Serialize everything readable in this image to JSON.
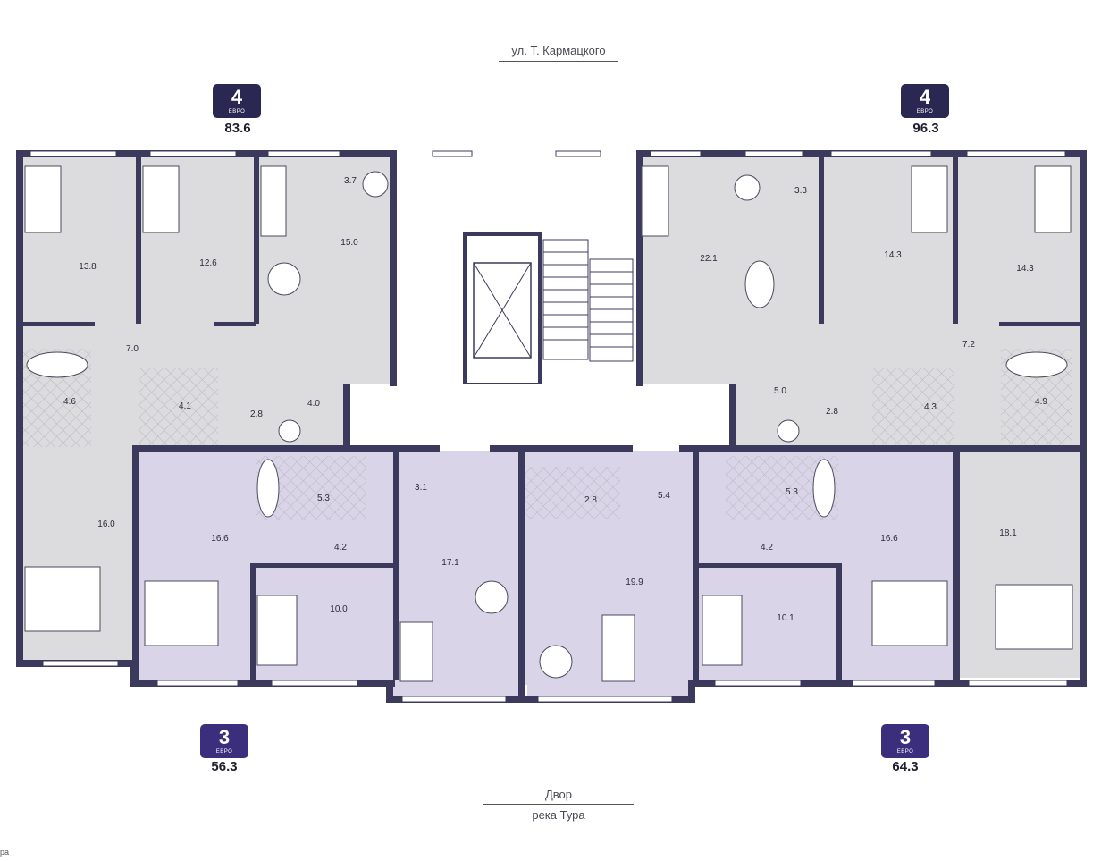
{
  "header": {
    "street_top": "ул. Т. Кармацкого"
  },
  "footer": {
    "courtyard": "Двор",
    "river": "река Тура"
  },
  "apartments": [
    {
      "rooms": "4",
      "kind": "ЕВРО",
      "area": "83.6",
      "color": "#2a2752"
    },
    {
      "rooms": "4",
      "kind": "ЕВРО",
      "area": "96.3",
      "color": "#2a2752"
    },
    {
      "rooms": "3",
      "kind": "ЕВРО",
      "area": "56.3",
      "color": "#3b2f7d"
    },
    {
      "rooms": "3",
      "kind": "ЕВРО",
      "area": "64.3",
      "color": "#3b2f7d"
    }
  ],
  "rooms": {
    "r1": "13.8",
    "r2": "12.6",
    "r3": "15.0",
    "r4": "3.7",
    "r5": "7.0",
    "r6": "4.6",
    "r7": "4.1",
    "r8": "2.8",
    "r9": "4.0",
    "r10": "16.0",
    "r11": "22.1",
    "r12": "3.3",
    "r13": "14.3",
    "r14": "14.3",
    "r15": "7.2",
    "r16": "5.0",
    "r17": "2.8",
    "r18": "4.3",
    "r19": "4.9",
    "r20": "18.1",
    "r21": "16.6",
    "r22": "5.3",
    "r23": "3.1",
    "r24": "4.2",
    "r25": "17.1",
    "r26": "10.0",
    "r27": "2.8",
    "r28": "5.4",
    "r29": "19.9",
    "r30": "5.3",
    "r31": "4.2",
    "r32": "16.6",
    "r33": "10.1"
  },
  "edge_text": "ра",
  "colors": {
    "wall": "#3c3a5c",
    "grey_room": "#dcdcdf",
    "lilac_room": "#d9d4e8",
    "stair": "#ffffff"
  }
}
